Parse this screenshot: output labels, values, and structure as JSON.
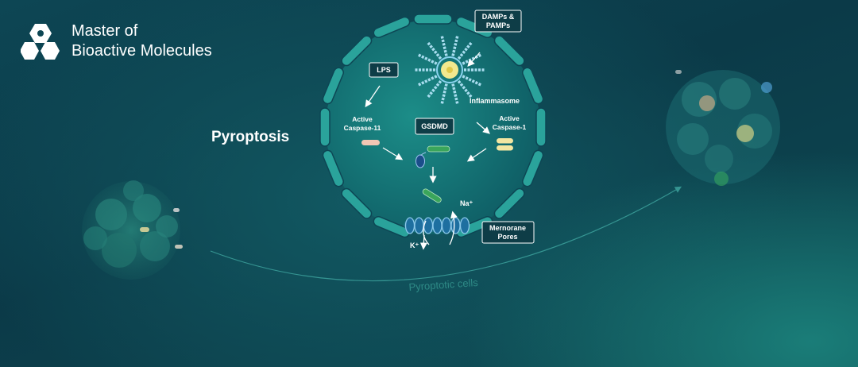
{
  "brand": {
    "line1": "Master of",
    "line2": "Bioactive Molecules"
  },
  "title": "Pyroptosis",
  "labels": {
    "damps_line1": "DAMPs &",
    "damps_line2": "PAMPs",
    "lps": "LPS",
    "inflammasome": "Inflammasome",
    "casp11_line1": "Active",
    "casp11_line2": "Caspase-11",
    "gsdmd": "GSDMD",
    "casp1_line1": "Active",
    "casp1_line2": "Caspase-1",
    "na": "Na⁺",
    "k": "K⁺",
    "pores_line1": "Mernorane",
    "pores_line2": "Pores"
  },
  "curve_label": "Pyroptotic cells",
  "colors": {
    "membrane": "#2aa39b",
    "cell_fill": "#177f7d",
    "caspase11": "#f2c6b4",
    "caspase1": "#f3e6a1",
    "gsdmd": "#3aa55b",
    "pore": "#8cc9ea"
  }
}
